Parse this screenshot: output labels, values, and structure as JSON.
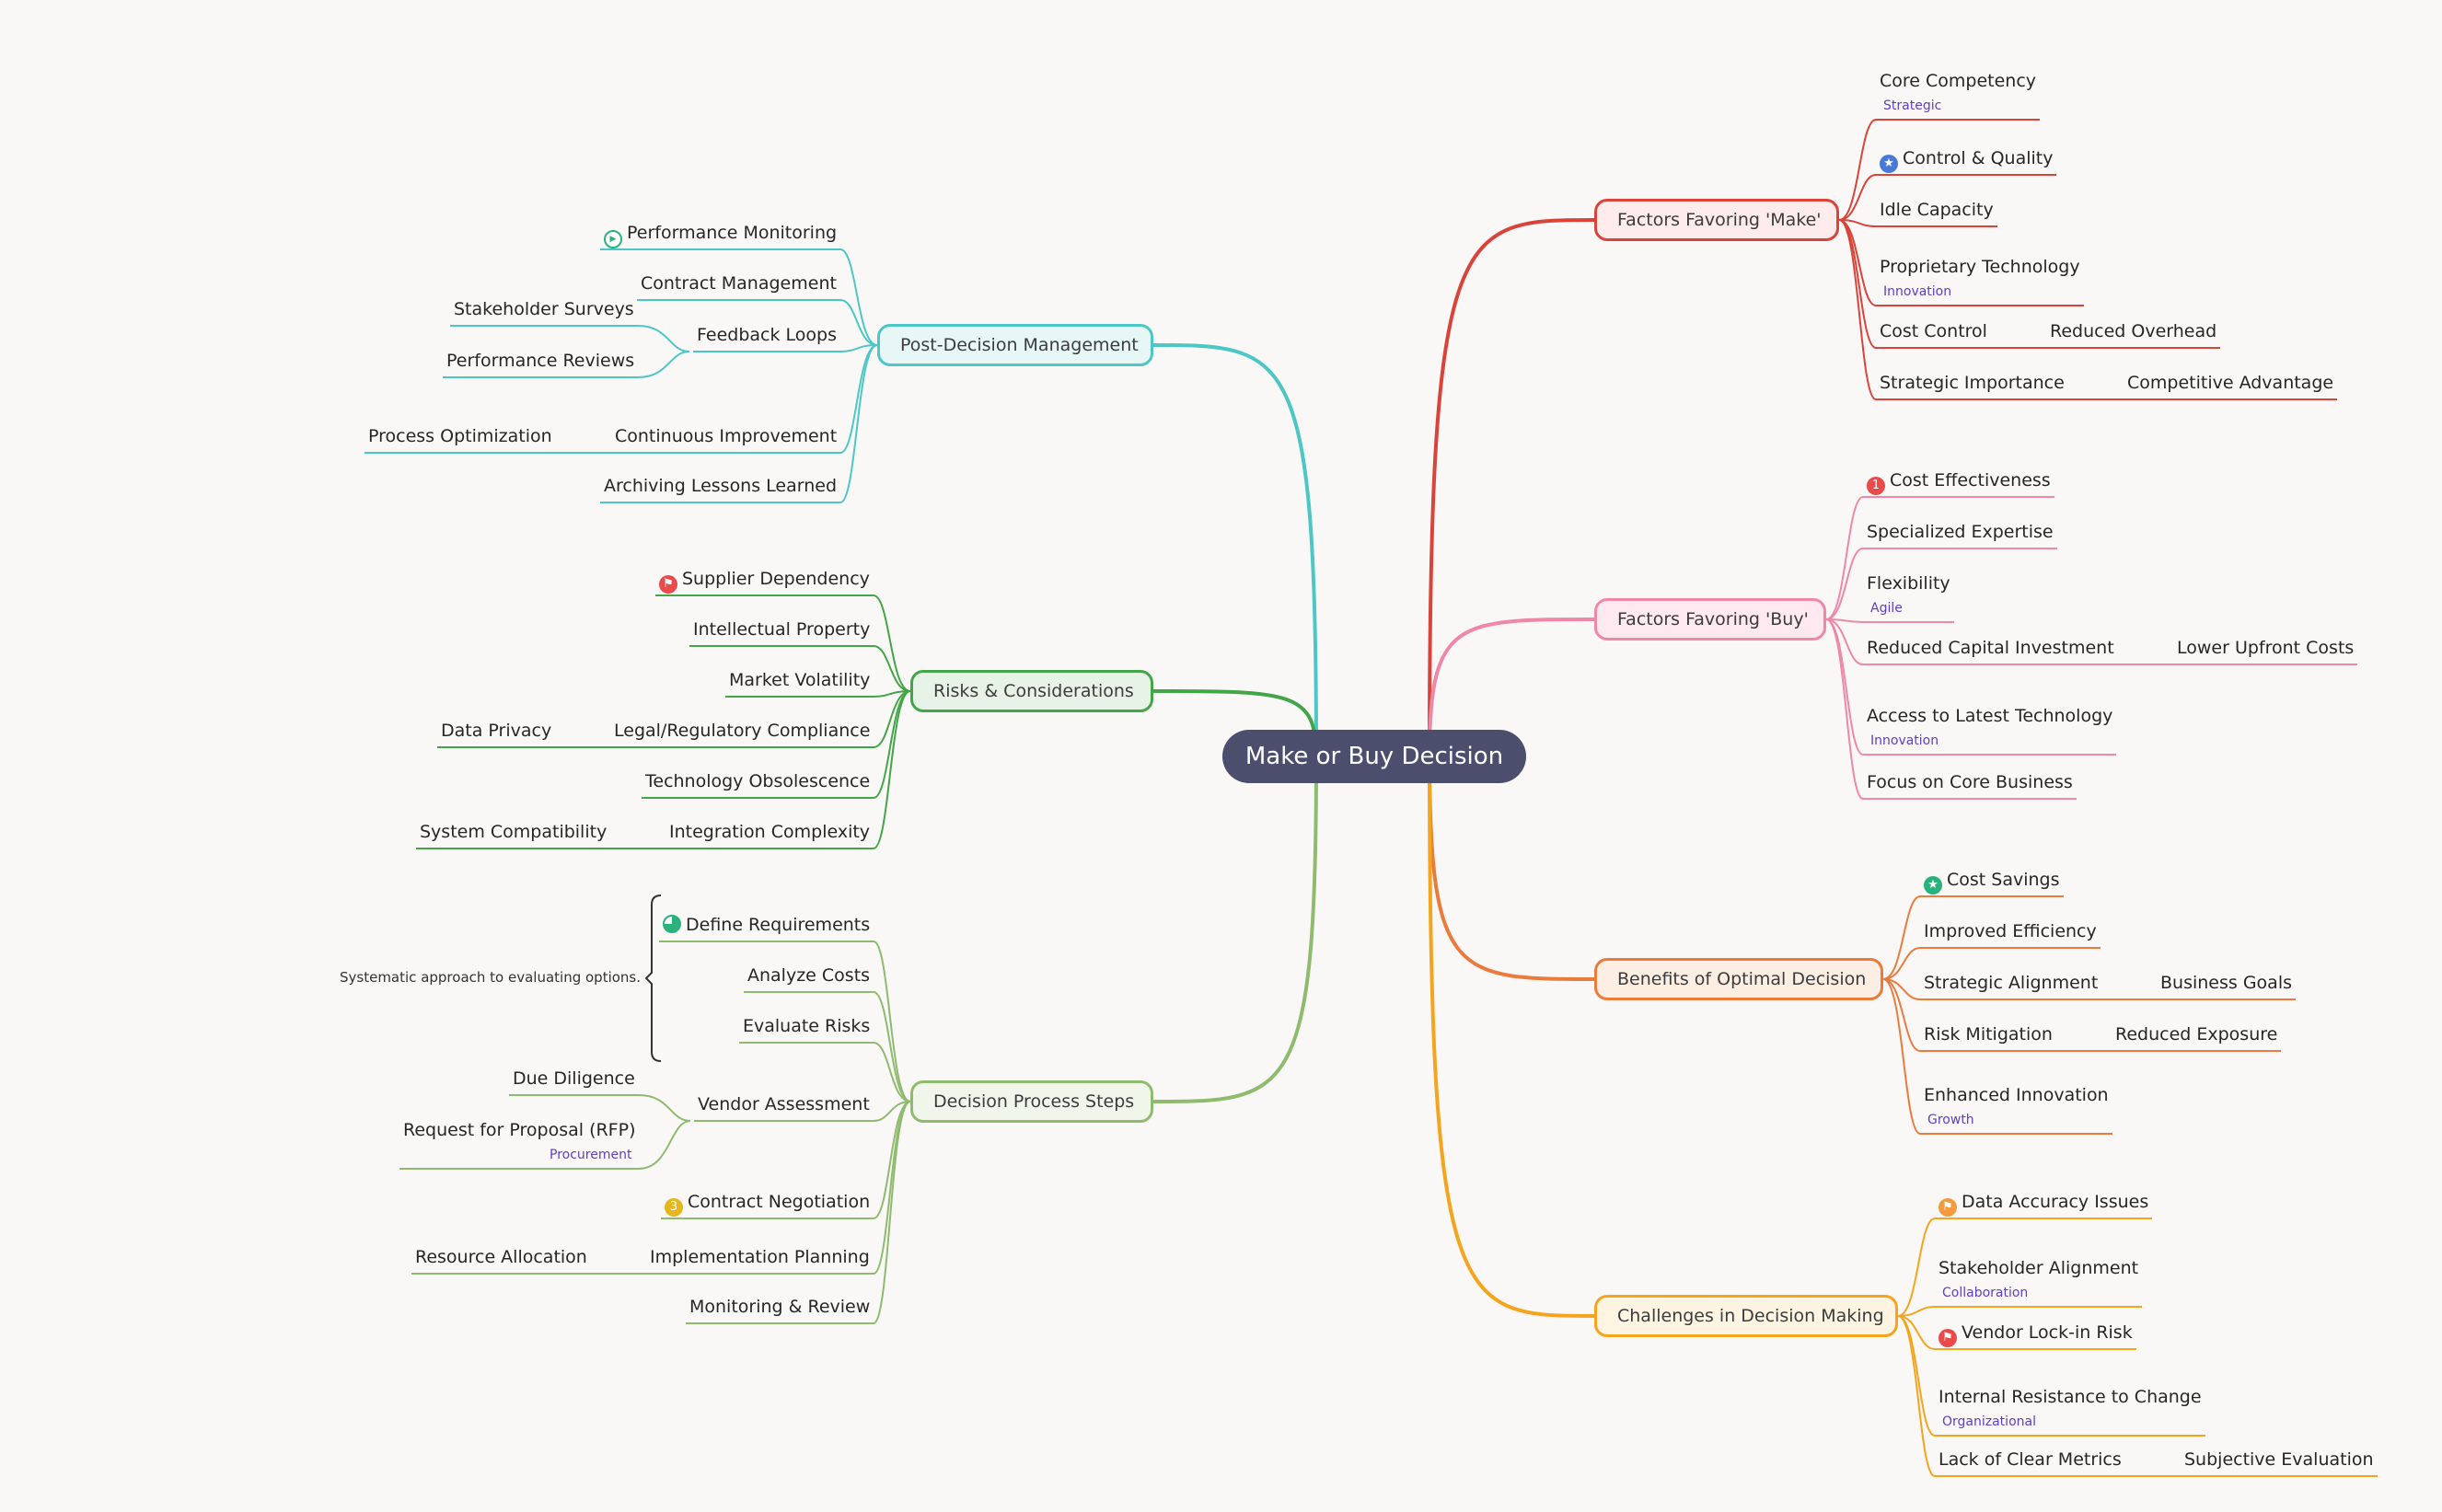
{
  "central": {
    "label": "Make or Buy Decision"
  },
  "colors": {
    "make": "#d8433a",
    "buy": "#ef87a6",
    "benefits": "#ea7b3d",
    "challenges": "#f5a51d",
    "post": "#4cc7c5",
    "risks": "#43a547",
    "steps": "#8fbb6e",
    "tag": "#5b3fc4"
  },
  "branches": {
    "make": {
      "label": "Factors Favoring 'Make'",
      "items": [
        {
          "label": "Core Competency",
          "tag": "Strategic"
        },
        {
          "label": "Control & Quality",
          "icon": "star-icon"
        },
        {
          "label": "Idle Capacity"
        },
        {
          "label": "Proprietary Technology",
          "tag": "Innovation"
        },
        {
          "label": "Cost Control",
          "child": "Reduced Overhead"
        },
        {
          "label": "Strategic Importance",
          "child": "Competitive Advantage"
        }
      ]
    },
    "buy": {
      "label": "Factors Favoring 'Buy'",
      "items": [
        {
          "label": "Cost Effectiveness",
          "icon": "priority-1-icon",
          "icon_text": "1"
        },
        {
          "label": "Specialized Expertise"
        },
        {
          "label": "Flexibility",
          "tag": "Agile"
        },
        {
          "label": "Reduced Capital Investment",
          "child": "Lower Upfront Costs"
        },
        {
          "label": "Access to Latest Technology",
          "tag": "Innovation"
        },
        {
          "label": "Focus on Core Business"
        }
      ]
    },
    "benefits": {
      "label": "Benefits of Optimal Decision",
      "items": [
        {
          "label": "Cost Savings",
          "icon": "star-icon"
        },
        {
          "label": "Improved Efficiency"
        },
        {
          "label": "Strategic Alignment",
          "child": "Business Goals"
        },
        {
          "label": "Risk Mitigation",
          "child": "Reduced Exposure"
        },
        {
          "label": "Enhanced Innovation",
          "tag": "Growth"
        }
      ]
    },
    "challenges": {
      "label": "Challenges in Decision Making",
      "items": [
        {
          "label": "Data Accuracy Issues",
          "icon": "flag-icon"
        },
        {
          "label": "Stakeholder Alignment",
          "tag": "Collaboration"
        },
        {
          "label": "Vendor Lock-in Risk",
          "icon": "flag-icon"
        },
        {
          "label": "Internal Resistance to Change",
          "tag": "Organizational"
        },
        {
          "label": "Lack of Clear Metrics",
          "child": "Subjective Evaluation"
        }
      ]
    },
    "post": {
      "label": "Post-Decision Management",
      "items": [
        {
          "label": "Performance Monitoring",
          "icon": "play-icon"
        },
        {
          "label": "Contract Management"
        },
        {
          "label": "Feedback Loops",
          "children": [
            "Stakeholder Surveys",
            "Performance Reviews"
          ]
        },
        {
          "label": "Continuous Improvement",
          "child": "Process Optimization"
        },
        {
          "label": "Archiving Lessons Learned"
        }
      ]
    },
    "risks": {
      "label": "Risks & Considerations",
      "items": [
        {
          "label": "Supplier Dependency",
          "icon": "flag-icon"
        },
        {
          "label": "Intellectual Property"
        },
        {
          "label": "Market Volatility"
        },
        {
          "label": "Legal/Regulatory Compliance",
          "child": "Data Privacy"
        },
        {
          "label": "Technology Obsolescence"
        },
        {
          "label": "Integration Complexity",
          "child": "System Compatibility"
        }
      ]
    },
    "steps": {
      "label": "Decision Process Steps",
      "summary": "Systematic approach to evaluating options.",
      "items": [
        {
          "label": "Define Requirements",
          "icon": "progress-icon"
        },
        {
          "label": "Analyze Costs"
        },
        {
          "label": "Evaluate Risks"
        },
        {
          "label": "Vendor Assessment",
          "children": [
            "Due Diligence",
            "Request for Proposal (RFP)"
          ],
          "child_tags": [
            "",
            "Procurement"
          ]
        },
        {
          "label": "Contract Negotiation",
          "icon": "priority-3-icon",
          "icon_text": "3"
        },
        {
          "label": "Implementation Planning",
          "child": "Resource Allocation"
        },
        {
          "label": "Monitoring & Review"
        }
      ]
    }
  }
}
